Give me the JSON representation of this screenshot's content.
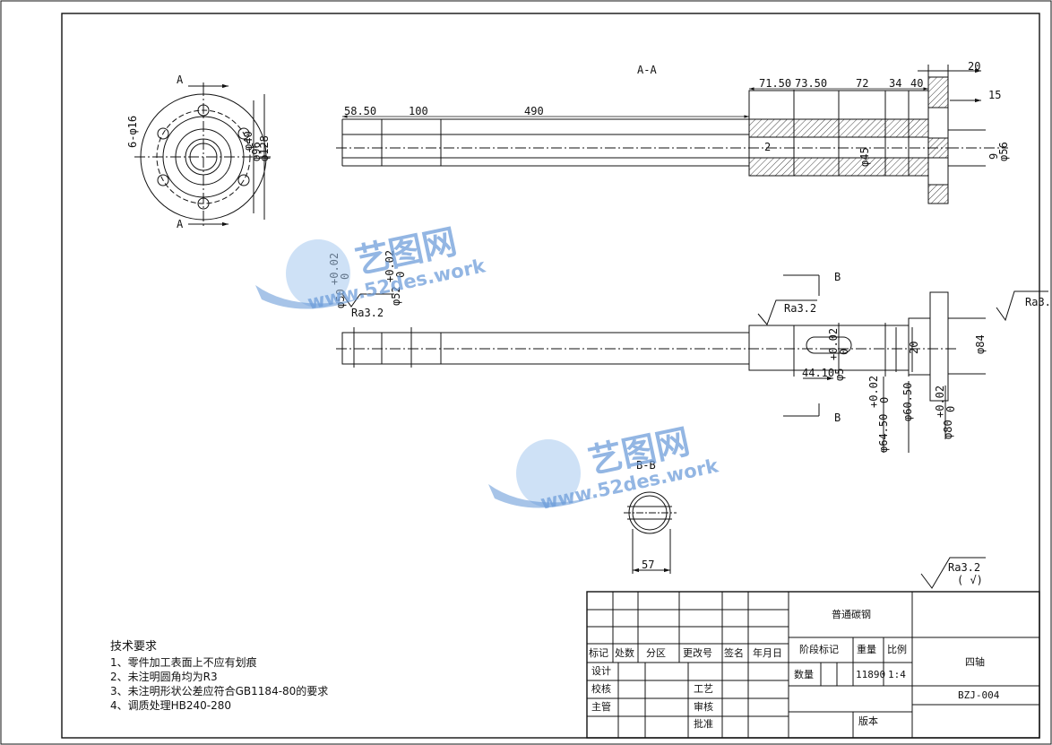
{
  "section_labels": {
    "a_left_top": "A",
    "a_left_bottom": "A",
    "aa": "A-A",
    "b_top": "B",
    "b_bottom": "B",
    "bb": "B-B"
  },
  "flange_dims": {
    "holes": "6-φ16",
    "d1": "φ40",
    "d2": "φ96",
    "d3": "φ128"
  },
  "aa_dims": {
    "d1": "58.50",
    "d2": "100",
    "d3": "490",
    "d4": "71.50",
    "d5": "73.50",
    "d6": "72",
    "d7": "34",
    "d8": "40",
    "d9": "20",
    "d10": "15",
    "d11": "2",
    "d12": "φ45",
    "d13": "9",
    "d14": "φ56"
  },
  "front_dims": {
    "ra_left": "Ra3.2",
    "ra_mid": "Ra3.2",
    "ra_right": "Ra3.",
    "phi50": "φ50",
    "phi52": "φ52",
    "tol_up": "+0.02",
    "tol_low": "0",
    "phi_s": "φ5",
    "phi_s_tol": "+0.02",
    "phi_s_tol_low": "0",
    "w20": "20",
    "phi84": "φ84",
    "l4410": "44.10",
    "phi6450": "φ64.50",
    "phi6050": "φ60.50",
    "phi80": "φ80"
  },
  "bb_dims": {
    "w57": "57"
  },
  "surface_default": {
    "ra": "Ra3.2",
    "mark": "( √)"
  },
  "watermark": {
    "cn": "艺图网",
    "url": "www.52des.work"
  },
  "tech_req": {
    "title": "技术要求",
    "items": [
      "1、零件加工表面上不应有划痕",
      "2、未注明圆角均为R3",
      "3、未注明形状公差应符合GB1184-80的要求",
      "4、调质处理HB240-280"
    ]
  },
  "title_block": {
    "material": "普通碳钢",
    "header": [
      "标记",
      "处数",
      "分区",
      "更改号",
      "签名",
      "年月日"
    ],
    "stage_mark": "阶段标记",
    "weight": "重量",
    "scale": "比例",
    "qty": "数量",
    "weight_val": "11890",
    "scale_val": "1:4",
    "design": "设计",
    "check": "校核",
    "process": "工艺",
    "supervisor": "主管",
    "review": "审核",
    "approve": "批准",
    "part_name": "四轴",
    "drawing_no": "BZJ-004",
    "version": "版本"
  }
}
